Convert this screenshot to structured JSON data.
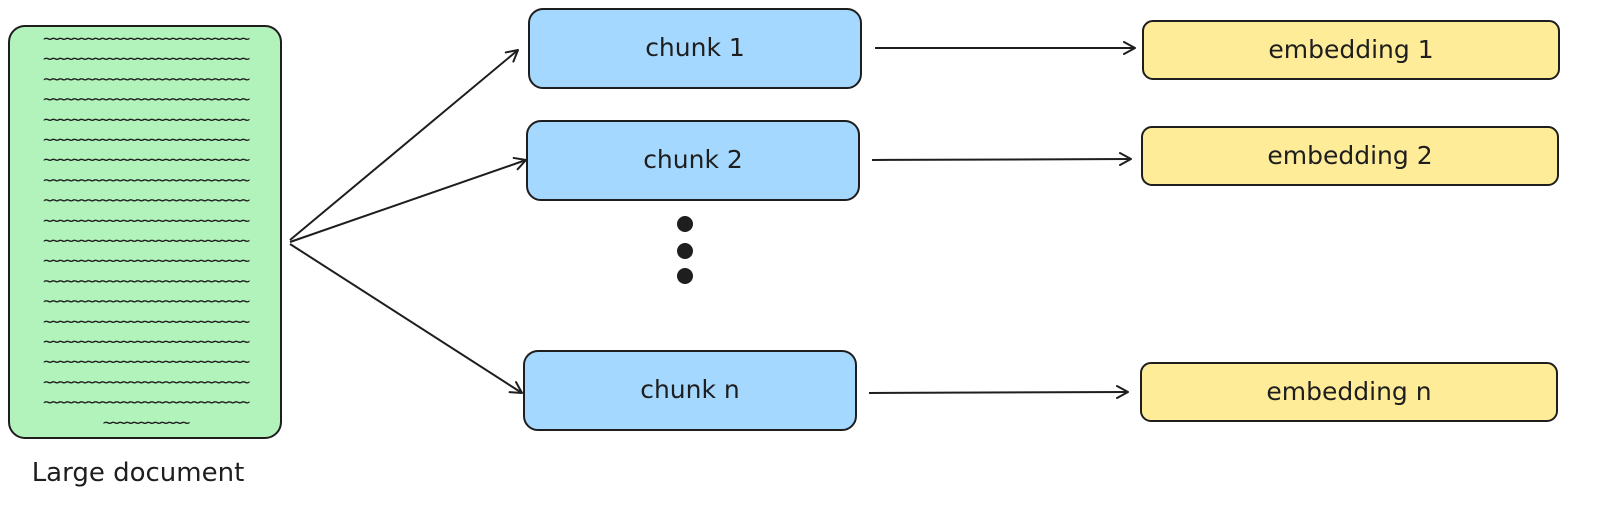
{
  "document": {
    "label": "Large document",
    "fill": "#b2f2bb",
    "line_text": "~~~~~~~~~~~~~~~~~~~~~~~~~~~~~",
    "last_line_text": "~~~~~~~~~~~~"
  },
  "chunks": [
    {
      "label": "chunk 1"
    },
    {
      "label": "chunk 2"
    },
    {
      "label": "chunk n"
    }
  ],
  "embeddings": [
    {
      "label": "embedding 1"
    },
    {
      "label": "embedding 2"
    },
    {
      "label": "embedding n"
    }
  ],
  "colors": {
    "chunk_fill": "#a5d8ff",
    "embedding_fill": "#ffec99",
    "stroke": "#1e1e1e"
  }
}
